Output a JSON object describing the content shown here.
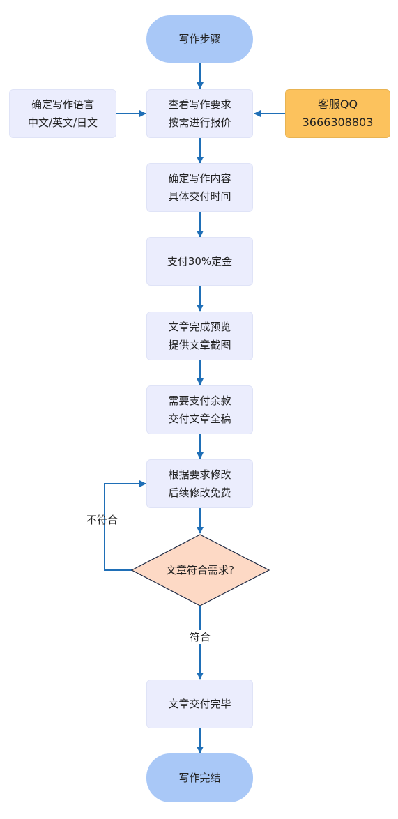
{
  "nodes": {
    "start": "写作步骤",
    "language": [
      "确定写作语言",
      "中文/英文/日文"
    ],
    "requirements": [
      "查看写作要求",
      "按需进行报价"
    ],
    "qq": [
      "客服QQ",
      "3666308803"
    ],
    "content": [
      "确定写作内容",
      "具体交付时间"
    ],
    "deposit": "支付30%定金",
    "preview": [
      "文章完成预览",
      "提供文章截图"
    ],
    "balance": [
      "需要支付余款",
      "交付文章全稿"
    ],
    "revise": [
      "根据要求修改",
      "后续修改免费"
    ],
    "decision": "文章符合需求?",
    "deliver": "文章交付完毕",
    "end": "写作完结"
  },
  "edge_labels": {
    "no": "不符合",
    "yes": "符合"
  },
  "colors": {
    "terminal": "#a9c8f7",
    "process": "#ebedfd",
    "highlight": "#fcc25d",
    "decision": "#fdd9c5",
    "arrow": "#1f6fb7"
  }
}
